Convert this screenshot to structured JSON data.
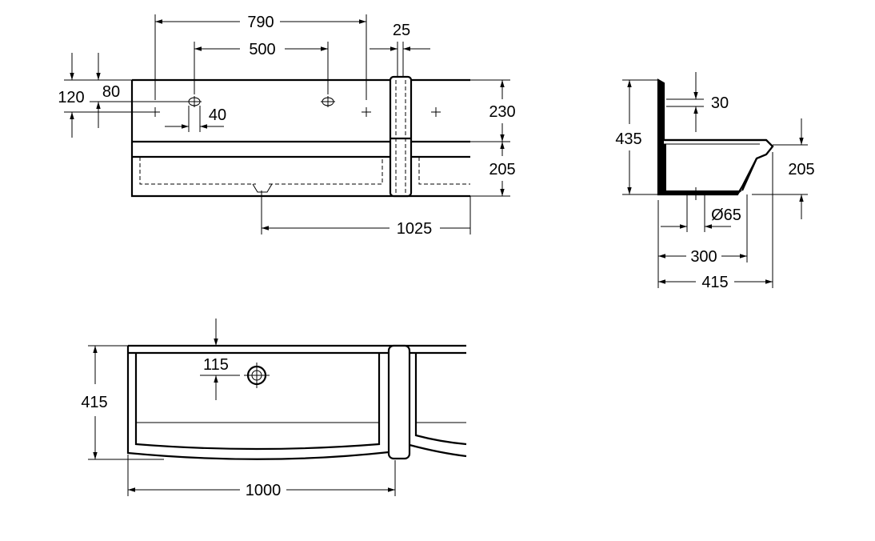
{
  "dimensions": {
    "front_overall_holes": "790",
    "front_tap_holes": "500",
    "front_joint_width": "25",
    "front_height_120": "120",
    "front_height_80": "80",
    "front_hole_offset": "40",
    "front_upper_height": "230",
    "front_lower_height": "205",
    "front_total_width": "1025",
    "side_total_height": "435",
    "side_rim": "30",
    "side_basin_depth": "205",
    "side_drain_diameter": "Ø65",
    "side_base_depth": "300",
    "side_total_depth": "415",
    "top_drain_offset": "115",
    "top_depth": "415",
    "top_width": "1000"
  },
  "colors": {
    "line": "#000000",
    "background": "#ffffff"
  }
}
